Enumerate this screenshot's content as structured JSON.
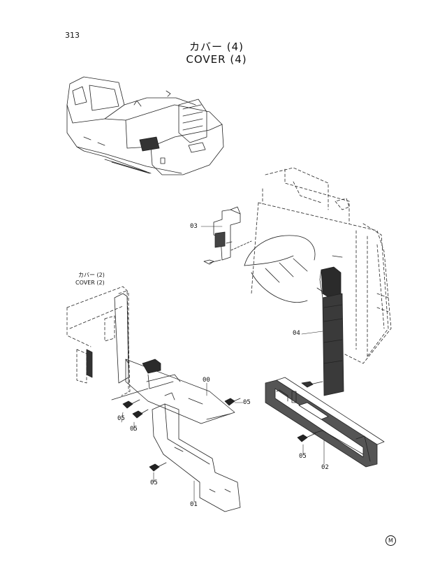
{
  "page": {
    "number": "313",
    "title_jp": "カバー (4)",
    "title_en": "COVER (4)"
  },
  "reference": {
    "label_jp": "カバー (2)",
    "label_en": "COVER (2)"
  },
  "callouts": {
    "c03": "03",
    "c04": "04",
    "c00": "00",
    "c05a": "05",
    "c05b": "05",
    "c05c": "05",
    "c05d": "05",
    "c05e": "05",
    "c02": "02",
    "c01": "01"
  },
  "brand_mark": "M"
}
